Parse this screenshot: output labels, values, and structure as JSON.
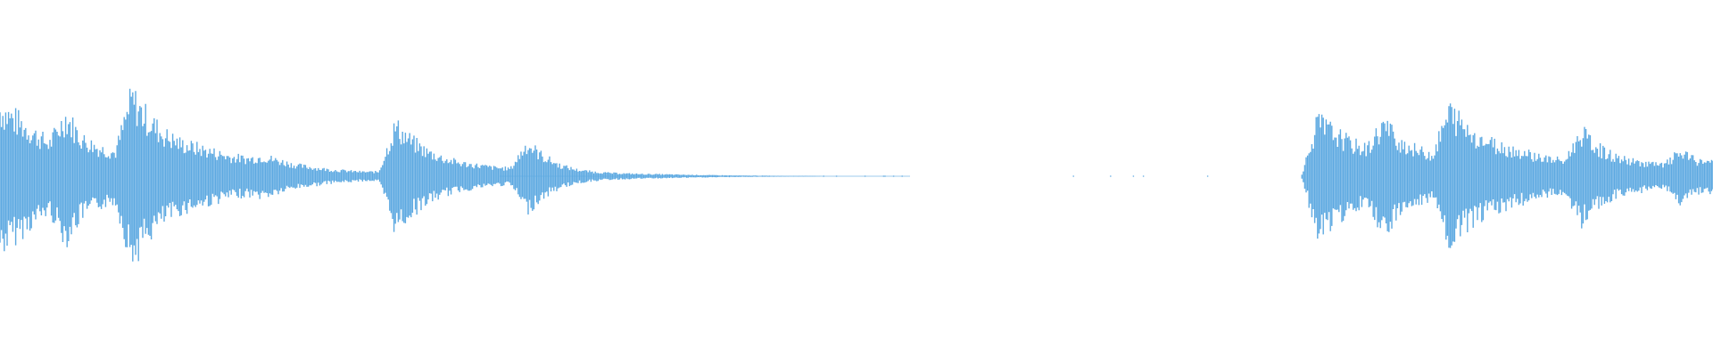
{
  "waveform": {
    "color": "#5DA9E1",
    "background": "#FFFFFF",
    "amplitude_envelope": [
      0.62,
      0.52,
      0.4,
      0.3,
      0.55,
      0.34,
      0.26,
      0.22,
      0.72,
      0.52,
      0.38,
      0.3,
      0.26,
      0.22,
      0.18,
      0.16,
      0.18,
      0.14,
      0.1,
      0.08,
      0.06,
      0.05,
      0.04,
      0.04,
      0.46,
      0.32,
      0.22,
      0.16,
      0.12,
      0.1,
      0.08,
      0.07,
      0.3,
      0.18,
      0.1,
      0.06,
      0.04,
      0.03,
      0.025,
      0.02,
      0.018,
      0.015,
      0.012,
      0.01,
      0.008,
      0.006,
      0.005,
      0.004,
      0.003,
      0.003,
      0.0,
      0.0,
      0.0,
      0.0,
      0.0,
      0.0,
      0.0,
      0.0,
      0.0,
      0.0,
      0.0,
      0.0,
      0.0,
      0.0,
      0.0,
      0.0,
      0.0,
      0.0,
      0.0,
      0.0,
      0.0,
      0.0,
      0.0,
      0.0,
      0.0,
      0.0,
      0.0,
      0.0,
      0.0,
      0.0,
      0.5,
      0.4,
      0.3,
      0.25,
      0.48,
      0.32,
      0.24,
      0.2,
      0.6,
      0.44,
      0.34,
      0.28,
      0.24,
      0.2,
      0.16,
      0.14,
      0.4,
      0.26,
      0.18,
      0.14,
      0.12,
      0.1,
      0.22,
      0.14
    ]
  }
}
